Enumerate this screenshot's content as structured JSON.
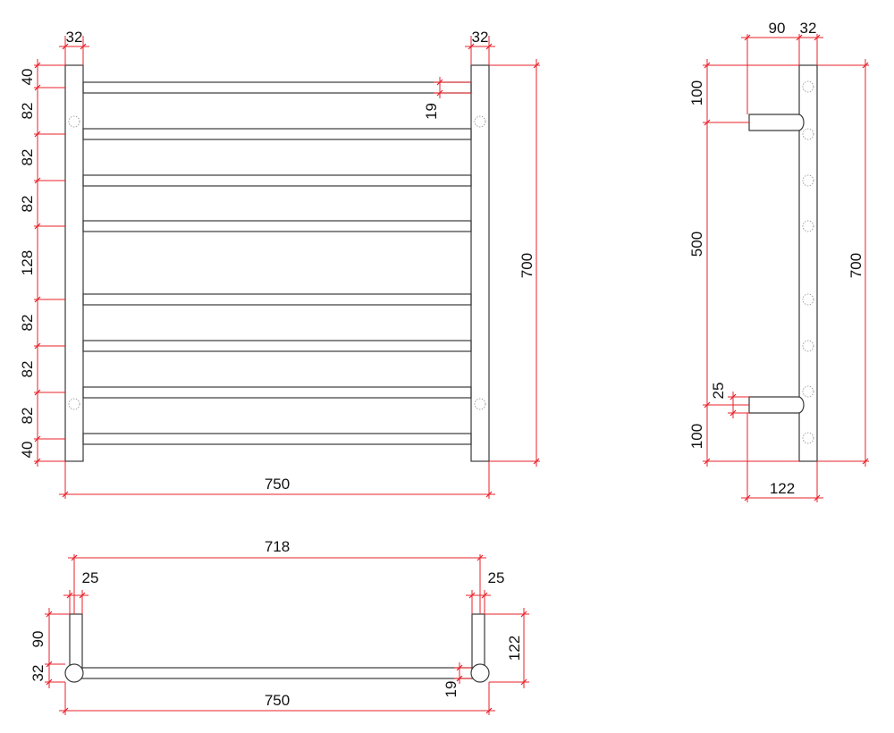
{
  "colors": {
    "object_line": "#3a3a3a",
    "dimension_line": "#e8202a",
    "background": "#ffffff"
  },
  "front_view": {
    "top_left_width": "32",
    "top_right_width": "32",
    "rail_thickness": "19",
    "left_spacings": [
      "40",
      "82",
      "82",
      "82",
      "128",
      "82",
      "82",
      "82",
      "40"
    ],
    "height": "700",
    "width": "750"
  },
  "side_view": {
    "standoff": "90",
    "upright_width": "32",
    "top_offset": "100",
    "bracket_spacing": "500",
    "bracket_thickness": "25",
    "bottom_offset": "100",
    "height": "700",
    "depth": "122"
  },
  "top_view": {
    "inner_width": "718",
    "left_bracket": "25",
    "right_bracket": "25",
    "standoff": "90",
    "upright_depth": "32",
    "depth": "122",
    "rail_thickness": "19",
    "width": "750"
  }
}
